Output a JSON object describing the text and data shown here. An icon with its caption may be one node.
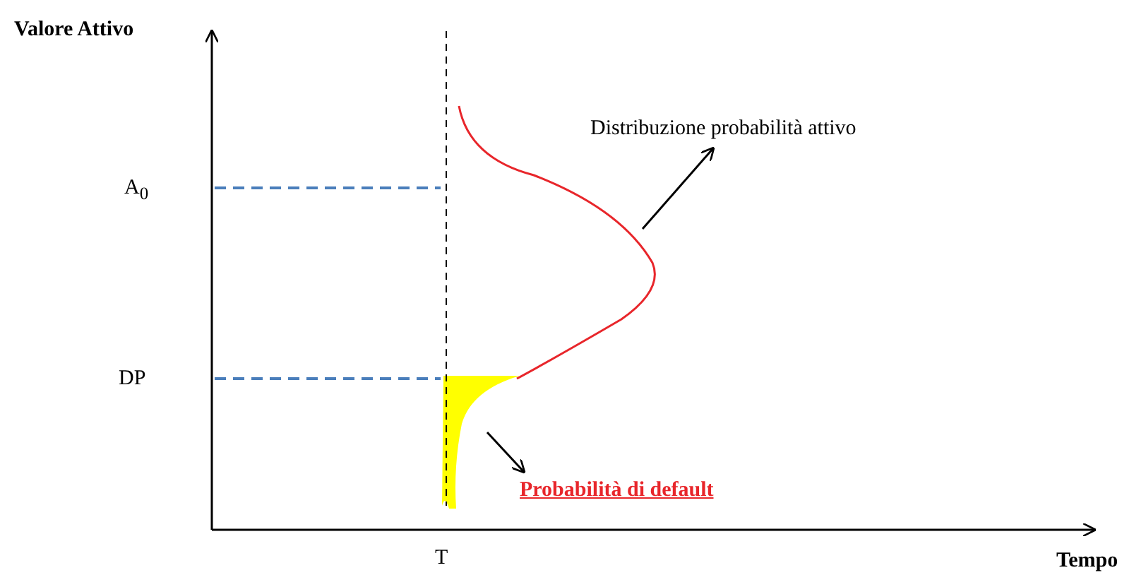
{
  "diagram": {
    "nodes": [
      {
        "text": [
          "Distribuzione probabilità attivo"
        ]
      },
      {
        "text": [],
        "shape": "curve"
      },
      {
        "text": [
          "Probabilità di default"
        ]
      },
      {
        "text": [],
        "shape": "area"
      }
    ],
    "edges": [
      {
        "from": 1,
        "to": 0,
        "arrow": "to"
      },
      {
        "from": 3,
        "to": 2,
        "arrow": "to"
      }
    ],
    "labels": [
      "Valore Attivo",
      "A$_{0}$",
      "DP",
      "T",
      "Tempo"
    ]
  }
}
